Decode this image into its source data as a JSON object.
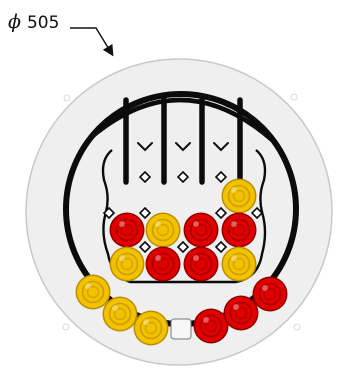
{
  "dimension": {
    "symbol": "ϕ",
    "value": "505"
  },
  "colors": {
    "panel": "#efefef",
    "panel_edge": "#c9c9c9",
    "frame": "#0b0b0b",
    "yellow": "#f2c200",
    "yellow_edge": "#b98e00",
    "red": "#e00000",
    "red_edge": "#8f0000",
    "marker": "#f7f7f7"
  },
  "icons": [
    "chevron-down-icon",
    "diamond-icon"
  ],
  "board": {
    "columns": 4,
    "grid_rows": [
      [
        "empty",
        "empty",
        "empty",
        "yellow"
      ],
      [
        "red",
        "yellow",
        "red",
        "red"
      ],
      [
        "yellow",
        "red",
        "red",
        "yellow"
      ]
    ],
    "tray": {
      "left": [
        "yellow",
        "yellow",
        "yellow"
      ],
      "right": [
        "red",
        "red",
        "red"
      ]
    }
  }
}
